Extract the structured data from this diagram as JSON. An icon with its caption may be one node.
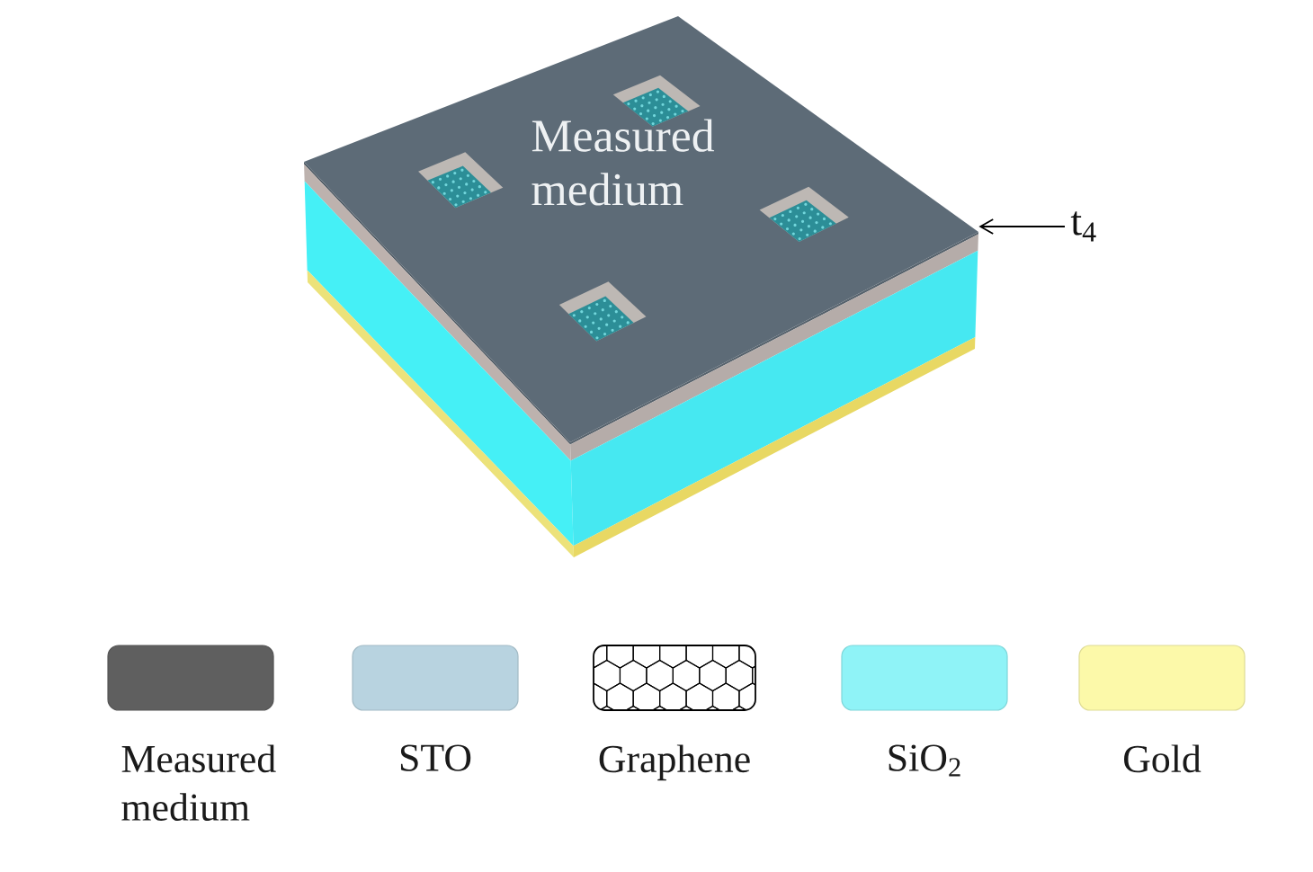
{
  "diagram": {
    "nodes": [
      {
        "text": [
          "Measured medium"
        ]
      },
      {
        "text": [
          "t$_{4}$"
        ]
      }
    ],
    "edges": [
      {
        "from": 1,
        "to": 0,
        "arrow": "to"
      }
    ],
    "legend": [
      {
        "text": "Measured medium",
        "color": "#5f5f5f"
      },
      {
        "text": "STO",
        "color": "#b8d3e0"
      },
      {
        "text": "Graphene"
      },
      {
        "text": "SiO$_{2}$",
        "color": "#8ff3f7"
      },
      {
        "text": "Gold",
        "color": "#fcf9a9"
      }
    ]
  }
}
